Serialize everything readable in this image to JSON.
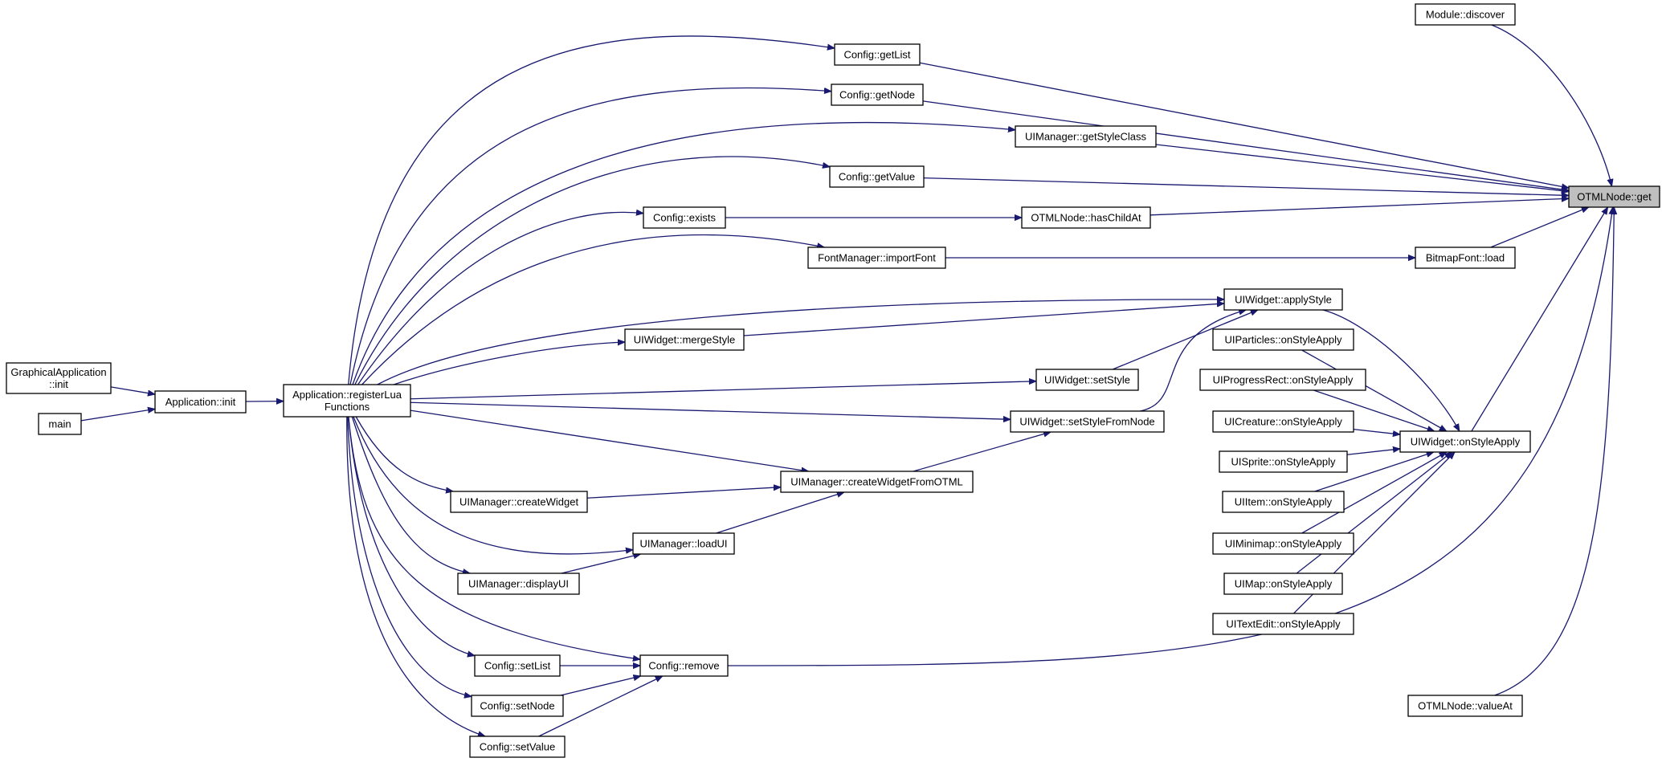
{
  "diagram": {
    "type": "call-graph",
    "edge_color": "#191970",
    "root_fill": "#bfbfbf",
    "nodes": [
      {
        "id": "graphical_init",
        "lines": [
          "GraphicalApplication",
          "::init"
        ]
      },
      {
        "id": "main",
        "lines": [
          "main"
        ]
      },
      {
        "id": "app_init",
        "lines": [
          "Application::init"
        ]
      },
      {
        "id": "register_lua",
        "lines": [
          "Application::registerLua",
          "Functions"
        ]
      },
      {
        "id": "config_getlist",
        "lines": [
          "Config::getList"
        ]
      },
      {
        "id": "config_getnode",
        "lines": [
          "Config::getNode"
        ]
      },
      {
        "id": "uimanager_getstyleclass",
        "lines": [
          "UIManager::getStyleClass"
        ]
      },
      {
        "id": "config_getvalue",
        "lines": [
          "Config::getValue"
        ]
      },
      {
        "id": "config_exists",
        "lines": [
          "Config::exists"
        ]
      },
      {
        "id": "otmlnode_haschildat",
        "lines": [
          "OTMLNode::hasChildAt"
        ]
      },
      {
        "id": "fontmanager_importfont",
        "lines": [
          "FontManager::importFont"
        ]
      },
      {
        "id": "bitmapfont_load",
        "lines": [
          "BitmapFont::load"
        ]
      },
      {
        "id": "module_discover",
        "lines": [
          "Module::discover"
        ]
      },
      {
        "id": "otmlnode_get",
        "lines": [
          "OTMLNode::get"
        ],
        "root": true
      },
      {
        "id": "uiwidget_applystyle",
        "lines": [
          "UIWidget::applyStyle"
        ]
      },
      {
        "id": "uiwidget_mergestyle",
        "lines": [
          "UIWidget::mergeStyle"
        ]
      },
      {
        "id": "uiwidget_setstyle",
        "lines": [
          "UIWidget::setStyle"
        ]
      },
      {
        "id": "uiwidget_setstylefromnode",
        "lines": [
          "UIWidget::setStyleFromNode"
        ]
      },
      {
        "id": "uimanager_createwidgetfromotml",
        "lines": [
          "UIManager::createWidgetFromOTML"
        ]
      },
      {
        "id": "uimanager_createwidget",
        "lines": [
          "UIManager::createWidget"
        ]
      },
      {
        "id": "uimanager_loadui",
        "lines": [
          "UIManager::loadUI"
        ]
      },
      {
        "id": "uimanager_displayui",
        "lines": [
          "UIManager::displayUI"
        ]
      },
      {
        "id": "uiparticles_onstyleapply",
        "lines": [
          "UIParticles::onStyleApply"
        ]
      },
      {
        "id": "uiprogressrect_onstyleapply",
        "lines": [
          "UIProgressRect::onStyleApply"
        ]
      },
      {
        "id": "uicreature_onstyleapply",
        "lines": [
          "UICreature::onStyleApply"
        ]
      },
      {
        "id": "uisprite_onstyleapply",
        "lines": [
          "UISprite::onStyleApply"
        ]
      },
      {
        "id": "uiitem_onstyleapply",
        "lines": [
          "UIItem::onStyleApply"
        ]
      },
      {
        "id": "uiminimap_onstyleapply",
        "lines": [
          "UIMinimap::onStyleApply"
        ]
      },
      {
        "id": "uimap_onstyleapply",
        "lines": [
          "UIMap::onStyleApply"
        ]
      },
      {
        "id": "uitextedit_onstyleapply",
        "lines": [
          "UITextEdit::onStyleApply"
        ]
      },
      {
        "id": "uiwidget_onstyleapply",
        "lines": [
          "UIWidget::onStyleApply"
        ]
      },
      {
        "id": "config_setlist",
        "lines": [
          "Config::setList"
        ]
      },
      {
        "id": "config_setnode",
        "lines": [
          "Config::setNode"
        ]
      },
      {
        "id": "config_setvalue",
        "lines": [
          "Config::setValue"
        ]
      },
      {
        "id": "config_remove",
        "lines": [
          "Config::remove"
        ]
      },
      {
        "id": "otmlnode_valueat",
        "lines": [
          "OTMLNode::valueAt"
        ]
      }
    ],
    "edges": [
      [
        "graphical_init",
        "app_init"
      ],
      [
        "main",
        "app_init"
      ],
      [
        "app_init",
        "register_lua"
      ],
      [
        "register_lua",
        "config_getlist"
      ],
      [
        "register_lua",
        "config_getnode"
      ],
      [
        "register_lua",
        "uimanager_getstyleclass"
      ],
      [
        "register_lua",
        "config_getvalue"
      ],
      [
        "register_lua",
        "config_exists"
      ],
      [
        "register_lua",
        "fontmanager_importfont"
      ],
      [
        "register_lua",
        "uiwidget_applystyle"
      ],
      [
        "register_lua",
        "uiwidget_mergestyle"
      ],
      [
        "register_lua",
        "uiwidget_setstyle"
      ],
      [
        "register_lua",
        "uiwidget_setstylefromnode"
      ],
      [
        "register_lua",
        "uimanager_createwidgetfromotml"
      ],
      [
        "register_lua",
        "uimanager_createwidget"
      ],
      [
        "register_lua",
        "uimanager_loadui"
      ],
      [
        "register_lua",
        "uimanager_displayui"
      ],
      [
        "register_lua",
        "config_remove"
      ],
      [
        "register_lua",
        "config_setlist"
      ],
      [
        "register_lua",
        "config_setnode"
      ],
      [
        "register_lua",
        "config_setvalue"
      ],
      [
        "config_exists",
        "otmlnode_haschildat"
      ],
      [
        "fontmanager_importfont",
        "bitmapfont_load"
      ],
      [
        "uiwidget_mergestyle",
        "uiwidget_applystyle"
      ],
      [
        "uiwidget_setstyle",
        "uiwidget_applystyle"
      ],
      [
        "uiwidget_setstylefromnode",
        "uiwidget_applystyle"
      ],
      [
        "uimanager_createwidgetfromotml",
        "uiwidget_setstylefromnode"
      ],
      [
        "uimanager_createwidget",
        "uimanager_createwidgetfromotml"
      ],
      [
        "uimanager_loadui",
        "uimanager_createwidgetfromotml"
      ],
      [
        "uimanager_displayui",
        "uimanager_loadui"
      ],
      [
        "config_setlist",
        "config_remove"
      ],
      [
        "config_setnode",
        "config_remove"
      ],
      [
        "config_setvalue",
        "config_remove"
      ],
      [
        "uiwidget_applystyle",
        "uiwidget_onstyleapply"
      ],
      [
        "uiparticles_onstyleapply",
        "uiwidget_onstyleapply"
      ],
      [
        "uiprogressrect_onstyleapply",
        "uiwidget_onstyleapply"
      ],
      [
        "uicreature_onstyleapply",
        "uiwidget_onstyleapply"
      ],
      [
        "uisprite_onstyleapply",
        "uiwidget_onstyleapply"
      ],
      [
        "uiitem_onstyleapply",
        "uiwidget_onstyleapply"
      ],
      [
        "uiminimap_onstyleapply",
        "uiwidget_onstyleapply"
      ],
      [
        "uimap_onstyleapply",
        "uiwidget_onstyleapply"
      ],
      [
        "uitextedit_onstyleapply",
        "uiwidget_onstyleapply"
      ],
      [
        "config_getlist",
        "otmlnode_get"
      ],
      [
        "config_getnode",
        "otmlnode_get"
      ],
      [
        "uimanager_getstyleclass",
        "otmlnode_get"
      ],
      [
        "config_getvalue",
        "otmlnode_get"
      ],
      [
        "otmlnode_haschildat",
        "otmlnode_get"
      ],
      [
        "bitmapfont_load",
        "otmlnode_get"
      ],
      [
        "module_discover",
        "otmlnode_get"
      ],
      [
        "uiwidget_onstyleapply",
        "otmlnode_get"
      ],
      [
        "config_remove",
        "otmlnode_get"
      ],
      [
        "otmlnode_valueat",
        "otmlnode_get"
      ]
    ]
  }
}
